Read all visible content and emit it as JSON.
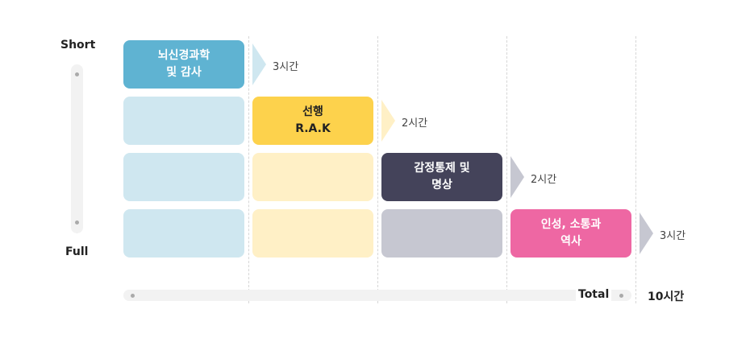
{
  "axis": {
    "top": "Short",
    "bottom": "Full"
  },
  "steps": [
    {
      "label": "뇌신경과학\n및 감사",
      "hours": "3시간",
      "color": "#5fb3d2",
      "text_color": "#ffffff",
      "faded": "#cfe7f0"
    },
    {
      "label": "선행\nR.A.K",
      "hours": "2시간",
      "color": "#fdd24c",
      "text_color": "#222222",
      "faded": "#fff0c6"
    },
    {
      "label": "감정통제 및\n명상",
      "hours": "2시간",
      "color": "#44435a",
      "text_color": "#ffffff",
      "faded": "#c6c7d1"
    },
    {
      "label": "인성, 소통과\n역사",
      "hours": "3시간",
      "color": "#ee67a3",
      "text_color": "#ffffff",
      "faded": "#c6c7d1"
    }
  ],
  "total": {
    "label": "Total",
    "value": "10시간"
  }
}
